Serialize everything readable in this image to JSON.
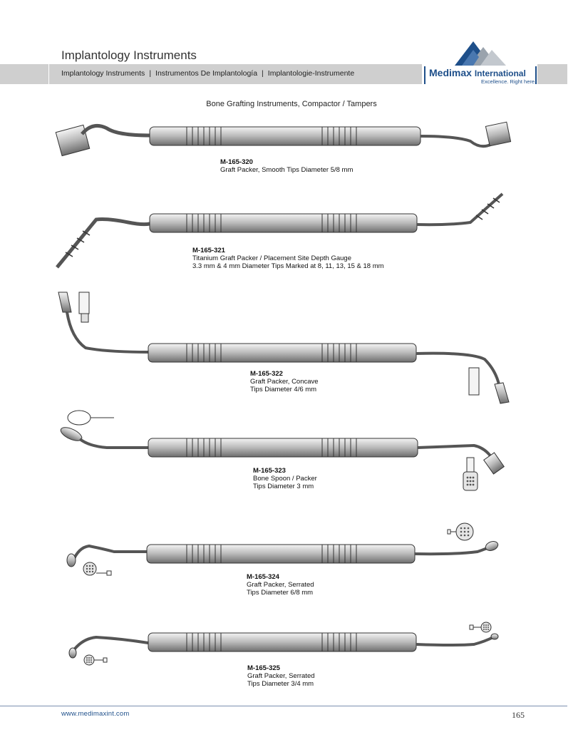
{
  "header": {
    "title": "Implantology Instruments",
    "subtitles": [
      "Implantology Instruments",
      "Instrumentos De Implantología",
      "Implantologie-Instrumente"
    ],
    "separator": "|"
  },
  "logo": {
    "name": "Medimax",
    "name_suffix": "International",
    "tagline": "Excellence. Right here.",
    "color": "#1e4f8a"
  },
  "section_title": "Bone Grafting Instruments, Compactor / Tampers",
  "products": [
    {
      "code": "M-165-320",
      "lines": [
        "Graft Packer, Smooth Tips Diameter 5/8 mm"
      ]
    },
    {
      "code": "M-165-321",
      "lines": [
        "Titanium Graft Packer / Placement Site Depth Gauge",
        "3.3 mm & 4 mm Diameter Tips Marked at 8, 11, 13, 15 & 18 mm"
      ]
    },
    {
      "code": "M-165-322",
      "lines": [
        "Graft Packer, Concave",
        "Tips Diameter 4/6 mm"
      ]
    },
    {
      "code": "M-165-323",
      "lines": [
        "Bone Spoon / Packer",
        "Tips Diameter 3 mm"
      ]
    },
    {
      "code": "M-165-324",
      "lines": [
        "Graft Packer, Serrated",
        "Tips Diameter 6/8 mm"
      ]
    },
    {
      "code": "M-165-325",
      "lines": [
        "Graft Packer, Serrated",
        "Tips Diameter 3/4 mm"
      ]
    }
  ],
  "footer": {
    "url": "www.medimaxint.com",
    "page_number": "165"
  }
}
